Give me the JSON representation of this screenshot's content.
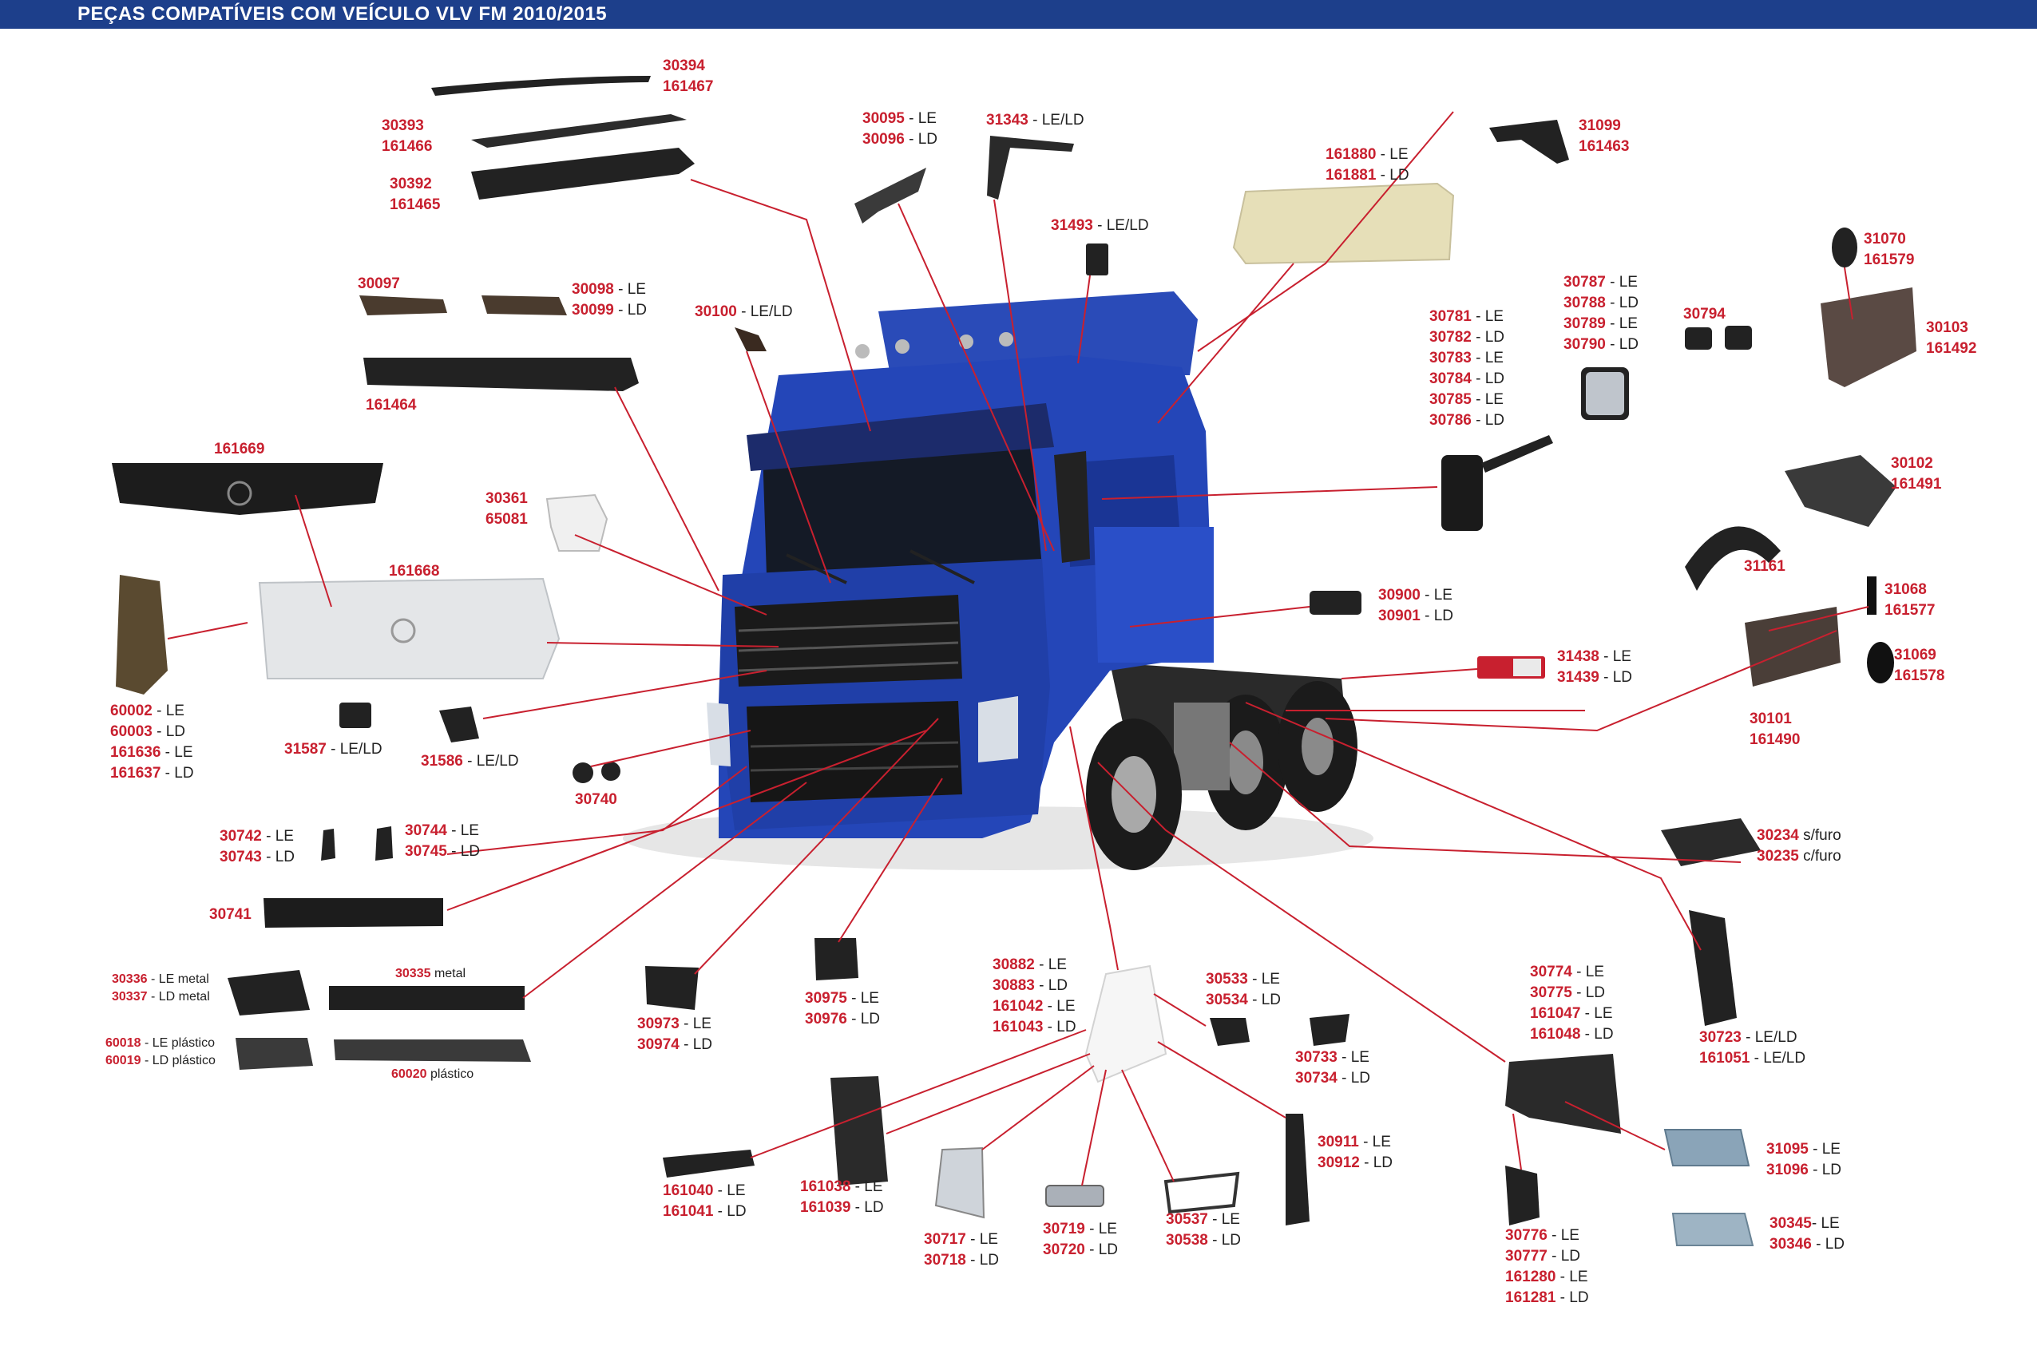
{
  "header": {
    "title": "PEÇAS COMPATÍVEIS COM VEÍCULO VLV FM 2010/2015"
  },
  "colors": {
    "header_bg": "#1d3f8b",
    "code": "#c8202f",
    "leader": "#c8202f",
    "truck_body": "#2446b8"
  },
  "labels": [
    {
      "id": "30394",
      "rows": [
        {
          "code": "30394",
          "sfx": ""
        },
        {
          "code": "161467",
          "sfx": ""
        }
      ]
    },
    {
      "id": "30393",
      "rows": [
        {
          "code": "30393",
          "sfx": ""
        },
        {
          "code": "161466",
          "sfx": ""
        }
      ]
    },
    {
      "id": "30392",
      "rows": [
        {
          "code": "30392",
          "sfx": ""
        },
        {
          "code": "161465",
          "sfx": ""
        }
      ]
    },
    {
      "id": "30095",
      "rows": [
        {
          "code": "30095",
          "sfx": " - LE"
        },
        {
          "code": "30096",
          "sfx": " - LD"
        }
      ]
    },
    {
      "id": "31343",
      "rows": [
        {
          "code": "31343",
          "sfx": " - LE/LD"
        }
      ]
    },
    {
      "id": "161880",
      "rows": [
        {
          "code": "161880",
          "sfx": " - LE"
        },
        {
          "code": "161881",
          "sfx": " - LD"
        }
      ]
    },
    {
      "id": "31099",
      "rows": [
        {
          "code": "31099",
          "sfx": ""
        },
        {
          "code": "161463",
          "sfx": ""
        }
      ]
    },
    {
      "id": "31493",
      "rows": [
        {
          "code": "31493",
          "sfx": " - LE/LD"
        }
      ]
    },
    {
      "id": "30097",
      "rows": [
        {
          "code": "30097",
          "sfx": ""
        }
      ]
    },
    {
      "id": "30098",
      "rows": [
        {
          "code": "30098",
          "sfx": " - LE"
        },
        {
          "code": "30099",
          "sfx": " - LD"
        }
      ]
    },
    {
      "id": "30100",
      "rows": [
        {
          "code": "30100",
          "sfx": " - LE/LD"
        }
      ]
    },
    {
      "id": "161464",
      "rows": [
        {
          "code": "161464",
          "sfx": ""
        }
      ]
    },
    {
      "id": "161669",
      "rows": [
        {
          "code": "161669",
          "sfx": ""
        }
      ]
    },
    {
      "id": "30361",
      "rows": [
        {
          "code": "30361",
          "sfx": ""
        },
        {
          "code": "65081",
          "sfx": ""
        }
      ]
    },
    {
      "id": "161668",
      "rows": [
        {
          "code": "161668",
          "sfx": ""
        }
      ]
    },
    {
      "id": "60002",
      "rows": [
        {
          "code": "60002",
          "sfx": " - LE"
        },
        {
          "code": "60003",
          "sfx": " - LD"
        },
        {
          "code": "161636",
          "sfx": " - LE"
        },
        {
          "code": "161637",
          "sfx": " - LD"
        }
      ]
    },
    {
      "id": "31587",
      "rows": [
        {
          "code": "31587",
          "sfx": " - LE/LD"
        }
      ]
    },
    {
      "id": "31586",
      "rows": [
        {
          "code": "31586",
          "sfx": " - LE/LD"
        }
      ]
    },
    {
      "id": "30740",
      "rows": [
        {
          "code": "30740",
          "sfx": ""
        }
      ]
    },
    {
      "id": "30742",
      "rows": [
        {
          "code": "30742",
          "sfx": " - LE"
        },
        {
          "code": "30743",
          "sfx": " - LD"
        }
      ]
    },
    {
      "id": "30744",
      "rows": [
        {
          "code": "30744",
          "sfx": " - LE"
        },
        {
          "code": "30745",
          "sfx": " - LD"
        }
      ]
    },
    {
      "id": "30741",
      "rows": [
        {
          "code": "30741",
          "sfx": ""
        }
      ]
    },
    {
      "id": "30336",
      "rows": [
        {
          "code": "30336",
          "sfx": " - LE metal"
        },
        {
          "code": "30337",
          "sfx": " - LD metal"
        }
      ]
    },
    {
      "id": "30335",
      "rows": [
        {
          "code": "30335",
          "sfx": " metal"
        }
      ]
    },
    {
      "id": "60018",
      "rows": [
        {
          "code": "60018",
          "sfx": " - LE plástico"
        },
        {
          "code": "60019",
          "sfx": " - LD plástico"
        }
      ]
    },
    {
      "id": "60020",
      "rows": [
        {
          "code": "60020",
          "sfx": " plástico"
        }
      ]
    },
    {
      "id": "30973",
      "rows": [
        {
          "code": "30973",
          "sfx": " - LE"
        },
        {
          "code": "30974",
          "sfx": " - LD"
        }
      ]
    },
    {
      "id": "30975",
      "rows": [
        {
          "code": "30975",
          "sfx": " - LE"
        },
        {
          "code": "30976",
          "sfx": " - LD"
        }
      ]
    },
    {
      "id": "30882",
      "rows": [
        {
          "code": "30882",
          "sfx": " - LE"
        },
        {
          "code": "30883",
          "sfx": " - LD"
        },
        {
          "code": "161042",
          "sfx": " - LE"
        },
        {
          "code": "161043",
          "sfx": " - LD"
        }
      ]
    },
    {
      "id": "30533",
      "rows": [
        {
          "code": "30533",
          "sfx": " - LE"
        },
        {
          "code": "30534",
          "sfx": " - LD"
        }
      ]
    },
    {
      "id": "30733",
      "rows": [
        {
          "code": "30733",
          "sfx": " - LE"
        },
        {
          "code": "30734",
          "sfx": " - LD"
        }
      ]
    },
    {
      "id": "161040",
      "rows": [
        {
          "code": "161040",
          "sfx": " - LE"
        },
        {
          "code": "161041",
          "sfx": " - LD"
        }
      ]
    },
    {
      "id": "161038",
      "rows": [
        {
          "code": "161038",
          "sfx": " - LE"
        },
        {
          "code": "161039",
          "sfx": " - LD"
        }
      ]
    },
    {
      "id": "30717",
      "rows": [
        {
          "code": "30717",
          "sfx": " - LE"
        },
        {
          "code": "30718",
          "sfx": " - LD"
        }
      ]
    },
    {
      "id": "30719",
      "rows": [
        {
          "code": "30719",
          "sfx": " - LE"
        },
        {
          "code": "30720",
          "sfx": " - LD"
        }
      ]
    },
    {
      "id": "30537",
      "rows": [
        {
          "code": "30537",
          "sfx": " - LE"
        },
        {
          "code": "30538",
          "sfx": " - LD"
        }
      ]
    },
    {
      "id": "30911",
      "rows": [
        {
          "code": "30911",
          "sfx": " - LE"
        },
        {
          "code": "30912",
          "sfx": " - LD"
        }
      ]
    },
    {
      "id": "30781",
      "rows": [
        {
          "code": "30781",
          "sfx": " - LE"
        },
        {
          "code": "30782",
          "sfx": " - LD"
        },
        {
          "code": "30783",
          "sfx": " - LE"
        },
        {
          "code": "30784",
          "sfx": " - LD"
        },
        {
          "code": "30785",
          "sfx": " - LE"
        },
        {
          "code": "30786",
          "sfx": " - LD"
        }
      ]
    },
    {
      "id": "30787",
      "rows": [
        {
          "code": "30787",
          "sfx": " - LE"
        },
        {
          "code": "30788",
          "sfx": " - LD"
        },
        {
          "code": "30789",
          "sfx": " - LE"
        },
        {
          "code": "30790",
          "sfx": " - LD"
        }
      ]
    },
    {
      "id": "30794",
      "rows": [
        {
          "code": "30794",
          "sfx": ""
        }
      ]
    },
    {
      "id": "31070",
      "rows": [
        {
          "code": "31070",
          "sfx": ""
        },
        {
          "code": "161579",
          "sfx": ""
        }
      ]
    },
    {
      "id": "30103",
      "rows": [
        {
          "code": "30103",
          "sfx": ""
        },
        {
          "code": "161492",
          "sfx": ""
        }
      ]
    },
    {
      "id": "30102",
      "rows": [
        {
          "code": "30102",
          "sfx": ""
        },
        {
          "code": "161491",
          "sfx": ""
        }
      ]
    },
    {
      "id": "31161",
      "rows": [
        {
          "code": "31161",
          "sfx": ""
        }
      ]
    },
    {
      "id": "30900",
      "rows": [
        {
          "code": "30900",
          "sfx": " - LE"
        },
        {
          "code": "30901",
          "sfx": " - LD"
        }
      ]
    },
    {
      "id": "31068",
      "rows": [
        {
          "code": "31068",
          "sfx": ""
        },
        {
          "code": "161577",
          "sfx": ""
        }
      ]
    },
    {
      "id": "31069",
      "rows": [
        {
          "code": "31069",
          "sfx": ""
        },
        {
          "code": "161578",
          "sfx": ""
        }
      ]
    },
    {
      "id": "31438",
      "rows": [
        {
          "code": "31438",
          "sfx": " - LE"
        },
        {
          "code": "31439",
          "sfx": " - LD"
        }
      ]
    },
    {
      "id": "30101",
      "rows": [
        {
          "code": "30101",
          "sfx": ""
        },
        {
          "code": "161490",
          "sfx": ""
        }
      ]
    },
    {
      "id": "30234",
      "rows": [
        {
          "code": "30234",
          "sfx": " s/furo"
        },
        {
          "code": "30235",
          "sfx": " c/furo"
        }
      ]
    },
    {
      "id": "30723",
      "rows": [
        {
          "code": "30723",
          "sfx": " - LE/LD"
        },
        {
          "code": "161051",
          "sfx": " - LE/LD"
        }
      ]
    },
    {
      "id": "30774",
      "rows": [
        {
          "code": "30774",
          "sfx": " - LE"
        },
        {
          "code": "30775",
          "sfx": " - LD"
        },
        {
          "code": "161047",
          "sfx": " - LE"
        },
        {
          "code": "161048",
          "sfx": " - LD"
        }
      ]
    },
    {
      "id": "31095",
      "rows": [
        {
          "code": "31095",
          "sfx": " - LE"
        },
        {
          "code": "31096",
          "sfx": " - LD"
        }
      ]
    },
    {
      "id": "30345",
      "rows": [
        {
          "code": "30345",
          "sfx": "- LE"
        },
        {
          "code": "30346",
          "sfx": " - LD"
        }
      ]
    },
    {
      "id": "30776",
      "rows": [
        {
          "code": "30776",
          "sfx": " - LE"
        },
        {
          "code": "30777",
          "sfx": " - LD"
        },
        {
          "code": "161280",
          "sfx": " - LE"
        },
        {
          "code": "161281",
          "sfx": " - LD"
        }
      ]
    }
  ]
}
